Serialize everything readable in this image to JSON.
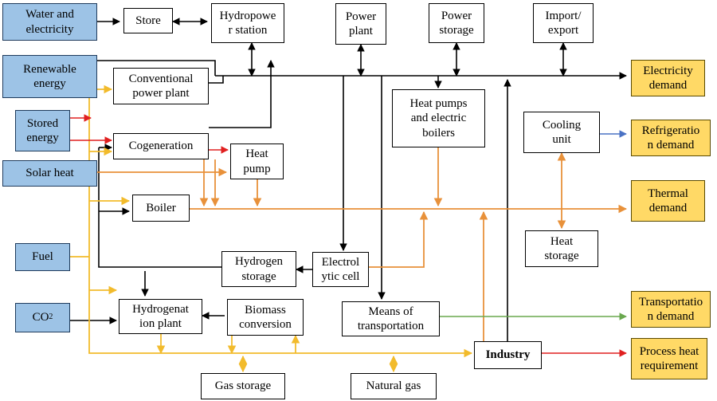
{
  "nodes": {
    "water": "Water and\nelectricity",
    "store": "Store",
    "hydro": "Hydropowe\nr station",
    "power_plant": "Power\nplant",
    "power_storage": "Power\nstorage",
    "import_export": "Import/\nexport",
    "elec_demand": "Electricity\ndemand",
    "renewable": "Renewable\nenergy",
    "conventional": "Conventional\npower plant",
    "stored": "Stored\nenergy",
    "cogeneration": "Cogeneration",
    "heat_pump": "Heat\npump",
    "heat_pumps_boilers": "Heat pumps\nand electric\nboilers",
    "cooling": "Cooling\nunit",
    "refrig_demand": "Refrigeratio\nn demand",
    "solar": "Solar heat",
    "boiler": "Boiler",
    "thermal_demand": "Thermal\ndemand",
    "fuel": "Fuel",
    "heat_storage": "Heat\nstorage",
    "hydrogen_storage": "Hydrogen\nstorage",
    "electrolytic": "Electrol\nytic cell",
    "co2_base": "CO",
    "co2_sub": "2",
    "hydrogenation": "Hydrogenat\nion plant",
    "biomass": "Biomass\nconversion",
    "transport": "Means of\ntransportation",
    "transport_demand": "Transportatio\nn demand",
    "industry": "Industry",
    "process_heat": "Process heat\nrequirement",
    "gas_storage": "Gas storage",
    "natural_gas": "Natural gas"
  },
  "colors": {
    "electricity": "#000000",
    "heat": "#e8913a",
    "fuel": "#f2bb2c",
    "red": "#e02020",
    "blue": "#4a72c4",
    "green": "#6aa84f",
    "input_fill": "#9dc3e6",
    "output_fill": "#ffd966"
  }
}
